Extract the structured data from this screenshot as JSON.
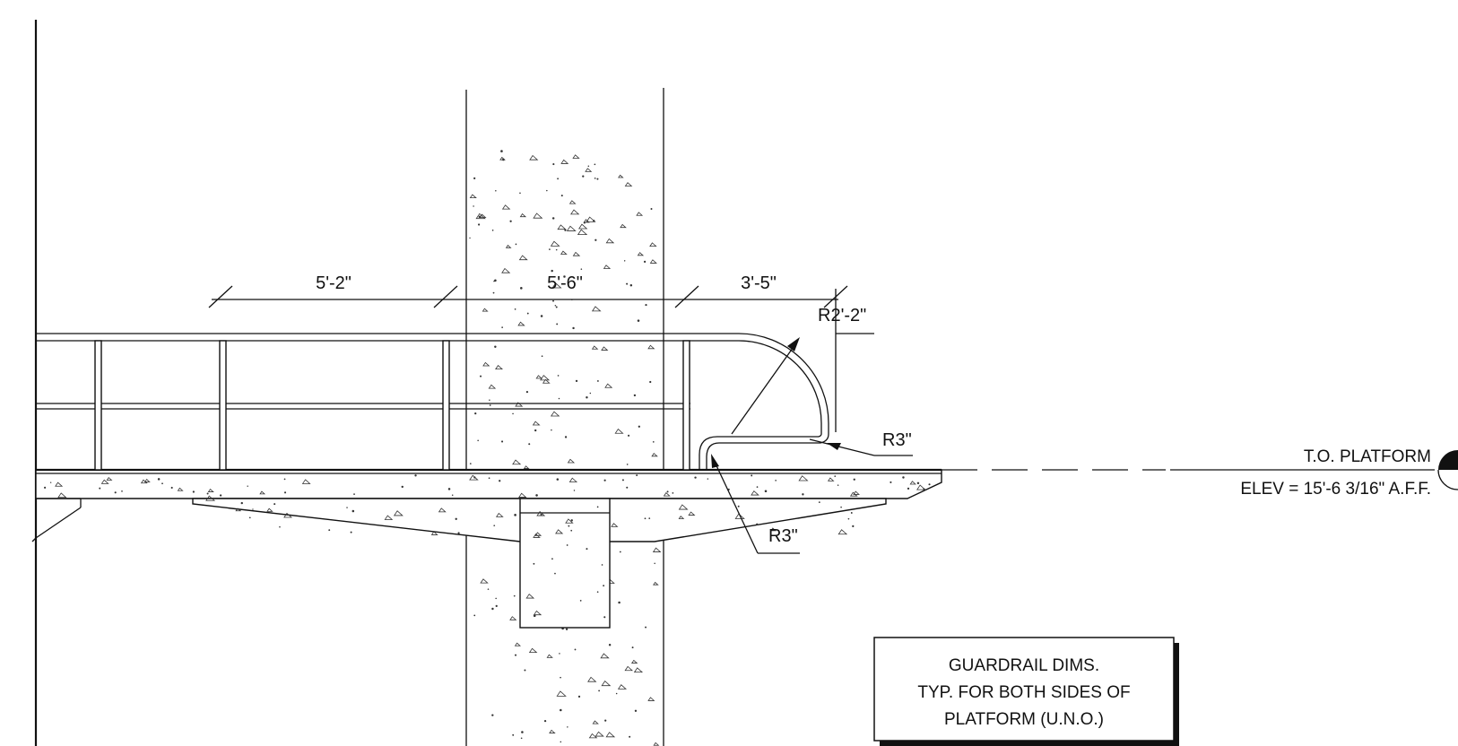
{
  "dimensions": {
    "span_1": "5'-2\"",
    "span_2": "5'-6\"",
    "span_3": "3'-5\"",
    "rail_bend_radius": "R2'-2\"",
    "lower_bend_radius": "R3\"",
    "base_bend_radius": "R3\""
  },
  "elevation_marker": {
    "label": "T.O. PLATFORM",
    "value": "ELEV = 15'-6 3/16\" A.F.F."
  },
  "note": {
    "line_1": "GUARDRAIL DIMS.",
    "line_2": "TYP. FOR BOTH SIDES OF",
    "line_3": "PLATFORM (U.N.O.)"
  }
}
